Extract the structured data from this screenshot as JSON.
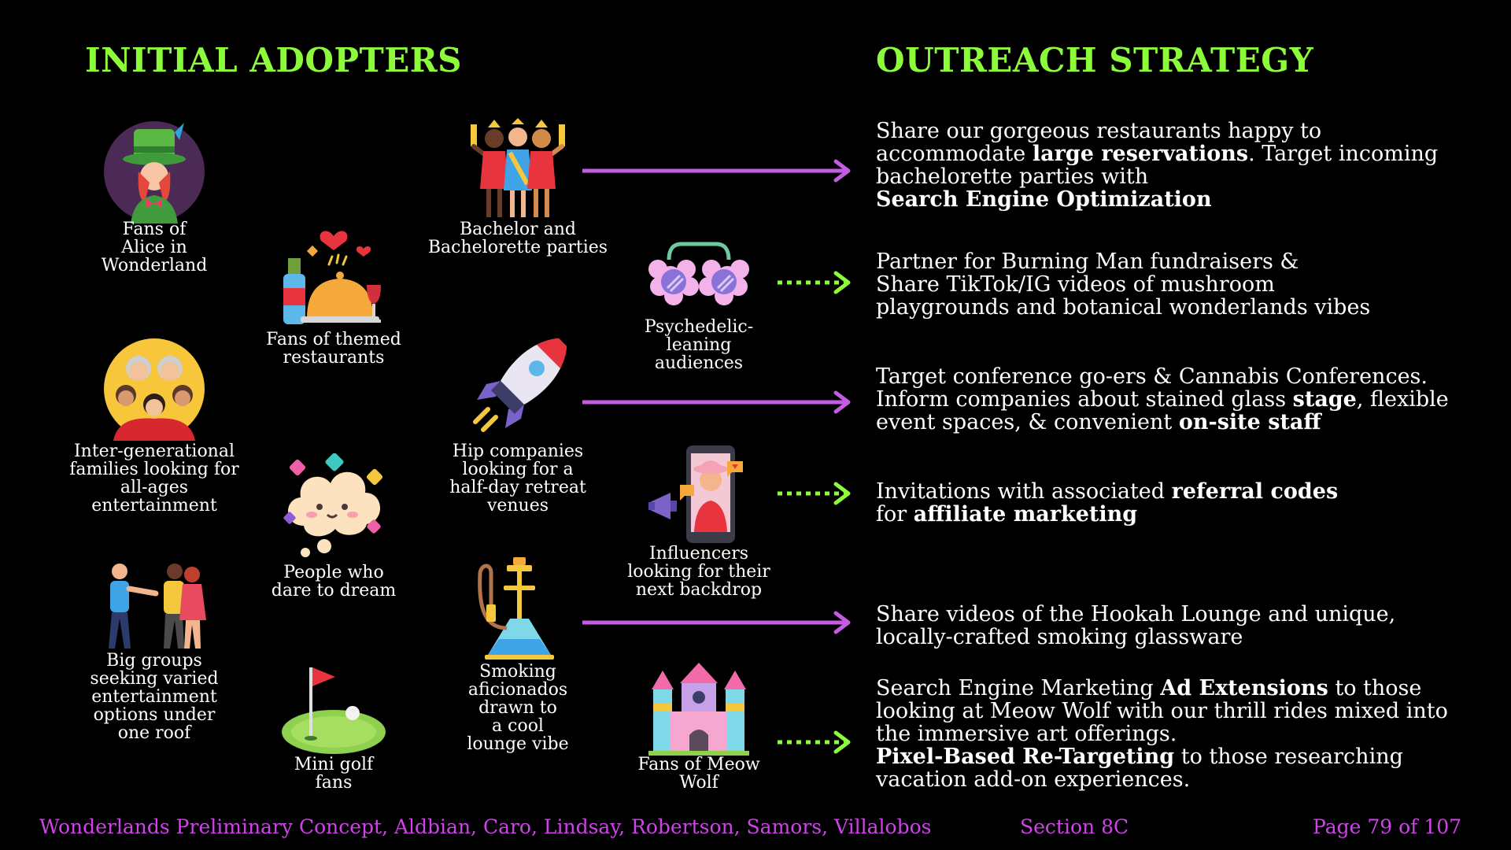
{
  "headings": {
    "initial_adopters": "INITIAL ADOPTERS",
    "outreach_strategy": "OUTREACH STRATEGY"
  },
  "adopters": {
    "alice": {
      "label": "Fans of\nAlice in\nWonderland",
      "icon": "mad-hatter-icon"
    },
    "families": {
      "label": "Inter-generational\nfamilies looking for\nall-ages\nentertainment",
      "icon": "family-icon"
    },
    "groups": {
      "label": "Big groups\nseeking varied\nentertainment\noptions under\none roof",
      "icon": "group-icon"
    },
    "themed": {
      "label": "Fans of themed\nrestaurants",
      "icon": "restaurant-icon"
    },
    "dreamers": {
      "label": "People who\ndare to dream",
      "icon": "dream-cloud-icon"
    },
    "minigolf": {
      "label": "Mini golf\nfans",
      "icon": "mini-golf-icon"
    },
    "bachelor": {
      "label": "Bachelor and\nBachelorette parties",
      "icon": "party-group-icon"
    },
    "companies": {
      "label": "Hip companies\nlooking for a\nhalf-day retreat\nvenues",
      "icon": "rocket-icon"
    },
    "smoking": {
      "label": "Smoking\naficionados\ndrawn to\na cool\nlounge vibe",
      "icon": "hookah-icon"
    },
    "psychedelic": {
      "label": "Psychedelic-\nleaning\naudiences",
      "icon": "psychedelic-glasses-icon"
    },
    "influencers": {
      "label": "Influencers\nlooking for their\nnext backdrop",
      "icon": "influencer-phone-icon"
    },
    "meowwolf": {
      "label": "Fans of Meow\nWolf",
      "icon": "castle-icon"
    }
  },
  "strategies": {
    "s1": {
      "t1": "Share our gorgeous restaurants happy to",
      "t2": "accommodate ",
      "b1": "large reservations",
      "t3": ". Target incoming",
      "t4": "bachelorette parties with",
      "b2": "Search Engine Optimization"
    },
    "s2": {
      "t1": "Partner for Burning Man fundraisers &",
      "t2": "Share TikTok/IG videos of mushroom",
      "t3": "playgrounds and botanical wonderlands vibes"
    },
    "s3": {
      "t1": "Target conference go-ers & Cannabis Conferences.",
      "t2": "Inform companies about stained glass ",
      "b1": "stage",
      "t3": ", flexible",
      "t4": "event spaces, & convenient ",
      "b2": "on-site staff"
    },
    "s4": {
      "t1": "Invitations with associated ",
      "b1": "referral codes",
      "t2": "for ",
      "b2": "affiliate marketing"
    },
    "s5": {
      "t1": "Share videos of the Hookah Lounge and unique,",
      "t2": "locally-crafted smoking glassware"
    },
    "s6": {
      "t1": "Search Engine Marketing ",
      "b1": "Ad Extensions",
      "t2": " to those",
      "t3": "looking at Meow Wolf with our thrill rides mixed into",
      "t4": "the immersive art offerings.",
      "b2": "Pixel-Based Re-Targeting",
      "t5": " to those researching",
      "t6": "vacation add-on experiences."
    }
  },
  "footer": {
    "credits": "Wonderlands Preliminary Concept, Aldbian, Caro, Lindsay, Robertson, Samors, Villalobos",
    "section": "Section 8C",
    "page": "Page 79 of 107"
  },
  "colors": {
    "heading": "#8cfb3a",
    "solid_arrow": "#c35ce0",
    "dotted_arrow": "#8cfb3a",
    "footer": "#cf43e8"
  }
}
